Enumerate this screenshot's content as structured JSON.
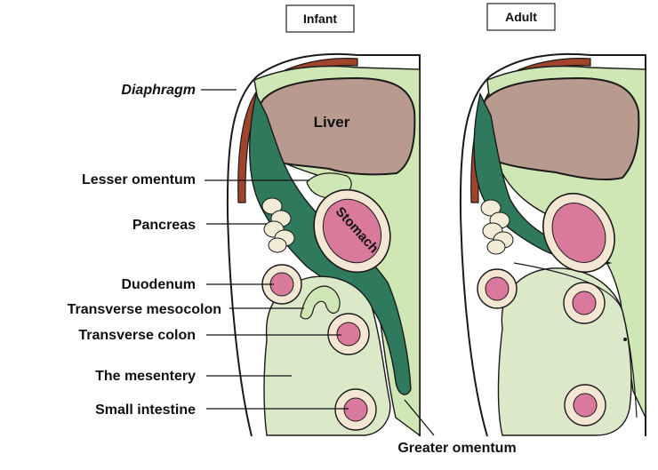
{
  "headers": {
    "infant": "Infant",
    "adult": "Adult"
  },
  "organ_labels": {
    "liver": "Liver",
    "stomach": "Stomach"
  },
  "labels": {
    "diaphragm": "Diaphragm",
    "lesser_omentum": "Lesser omentum",
    "pancreas": "Pancreas",
    "duodenum": "Duodenum",
    "transverse_mesocolon": "Transverse mesocolon",
    "transverse_colon": "Transverse colon",
    "mesentery": "The mesentery",
    "small_intestine": "Small intestine",
    "greater_omentum": "Greater omentum"
  },
  "colors": {
    "diaphragm": "#a0452b",
    "liver": "#b99a8e",
    "omental_bursa": "#2f7a5d",
    "peritoneum": "#cfe6b5",
    "mesentery": "#dbe9c9",
    "gut_outer": "#f3e6d2",
    "gut_inner": "#d9799b",
    "pancreas": "#f2ecd6"
  }
}
